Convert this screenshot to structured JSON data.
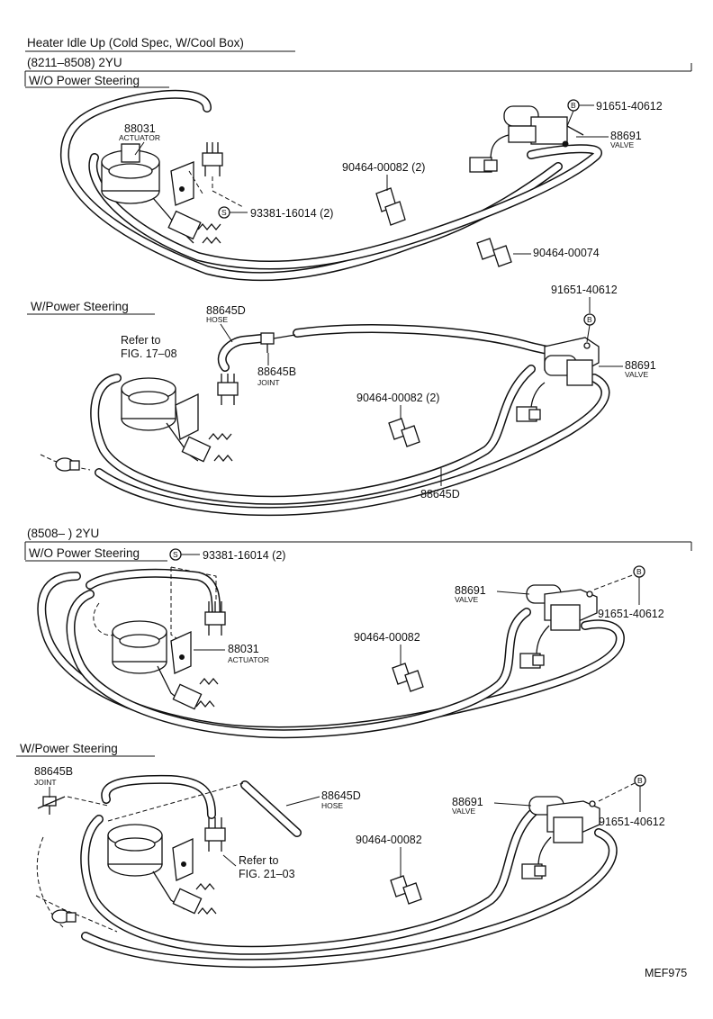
{
  "header": {
    "title": "Heater Idle Up (Cold Spec, W/Cool Box)",
    "range_1": "(8211–8508) 2YU",
    "range_2": "(8508–          ) 2YU"
  },
  "sections": {
    "s1": "W/O Power Steering",
    "s2": "W/Power Steering",
    "s3": "W/O Power Steering",
    "s4": "W/Power Steering"
  },
  "labels": {
    "p1_88031": "88031",
    "p1_actuator": "ACTUATOR",
    "p1_b_mark": "B",
    "p1_91651": "91651-40612",
    "p1_88691": "88691",
    "p1_valve": "VALVE",
    "p1_90464": "90464-00082 (2)",
    "p1_s_mark": "S",
    "p1_93381": "93381-16014 (2)",
    "p1_90464b": "90464-00074",
    "p2_88645d": "88645D",
    "p2_hose": "HOSE",
    "p2_refer": "Refer to",
    "p2_fig": "FIG. 17–08",
    "p2_88645b": "88645B",
    "p2_joint": "JOINT",
    "p2_91651": "91651-40612",
    "p2_b_mark": "B",
    "p2_88691": "88691",
    "p2_valve": "VALVE",
    "p2_90464": "90464-00082 (2)",
    "p2_88645d_bottom": "88645D",
    "p3_s_mark": "S",
    "p3_93381": "93381-16014 (2)",
    "p3_88691": "88691",
    "p3_valve": "VALVE",
    "p3_b_mark": "B",
    "p3_91651": "91651-40612",
    "p3_88031": "88031",
    "p3_actuator": "ACTUATOR",
    "p3_90464": "90464-00082",
    "p4_88645b": "88645B",
    "p4_joint": "JOINT",
    "p4_88645d": "88645D",
    "p4_hose": "HOSE",
    "p4_88691": "88691",
    "p4_valve": "VALVE",
    "p4_b_mark": "B",
    "p4_91651": "91651-40612",
    "p4_90464": "90464-00082",
    "p4_refer": "Refer to",
    "p4_fig": "FIG. 21–03"
  },
  "footer": {
    "code": "MEF975"
  }
}
